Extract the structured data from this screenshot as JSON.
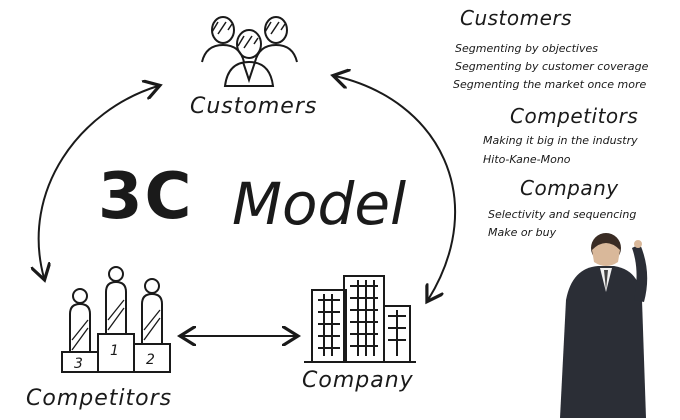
{
  "diagram": {
    "title_number": "3C",
    "title_word": "Model",
    "nodes": {
      "customers": "Customers",
      "competitors": "Competitors",
      "company": "Company"
    },
    "podium_numbers": [
      "3",
      "1",
      "2"
    ]
  },
  "notes": {
    "customers": {
      "heading": "Customers",
      "items": [
        "Segmenting by objectives",
        "Segmenting by customer coverage",
        "Segmenting the market once more"
      ]
    },
    "competitors": {
      "heading": "Competitors",
      "items": [
        "Making it big in the industry",
        "Hito-Kane-Mono"
      ]
    },
    "company": {
      "heading": "Company",
      "items": [
        "Selectivity and sequencing",
        "Make or buy"
      ]
    }
  },
  "colors": {
    "ink": "#1a1a1a",
    "suit": "#2b2e36",
    "background": "#ffffff"
  }
}
